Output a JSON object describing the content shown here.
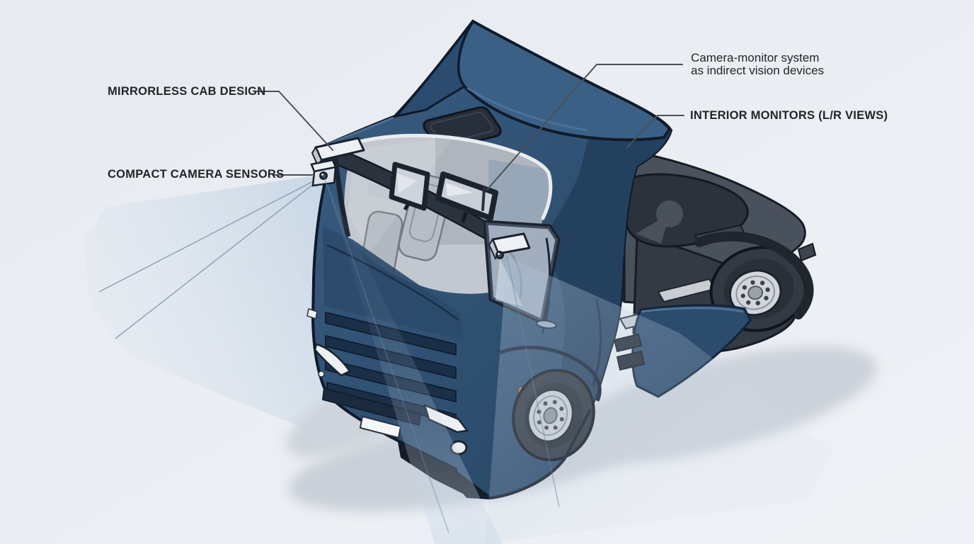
{
  "diagram": {
    "background_color": "#e9edf2",
    "annotations": {
      "mirrorless_cab_design": {
        "label": "MIRRORLESS CAB DESIGN"
      },
      "compact_camera_sensors": {
        "label": "COMPACT CAMERA SENSORS"
      },
      "camera_monitor_system": {
        "line1": "Camera-monitor system",
        "line2": "as indirect vision devices"
      },
      "interior_monitors": {
        "label": "INTERIOR MONITORS (L/R VIEWS)"
      }
    },
    "colors": {
      "truck_body": "#2f5173",
      "truck_side_shade": "#24405f",
      "chassis": "#49515c",
      "fifth_wheel": "#2b323c",
      "interior": "#c3c8d0",
      "vision_cone": "#b5c8dc",
      "leader_line": "#4b5156",
      "label_text": "#212529"
    }
  }
}
